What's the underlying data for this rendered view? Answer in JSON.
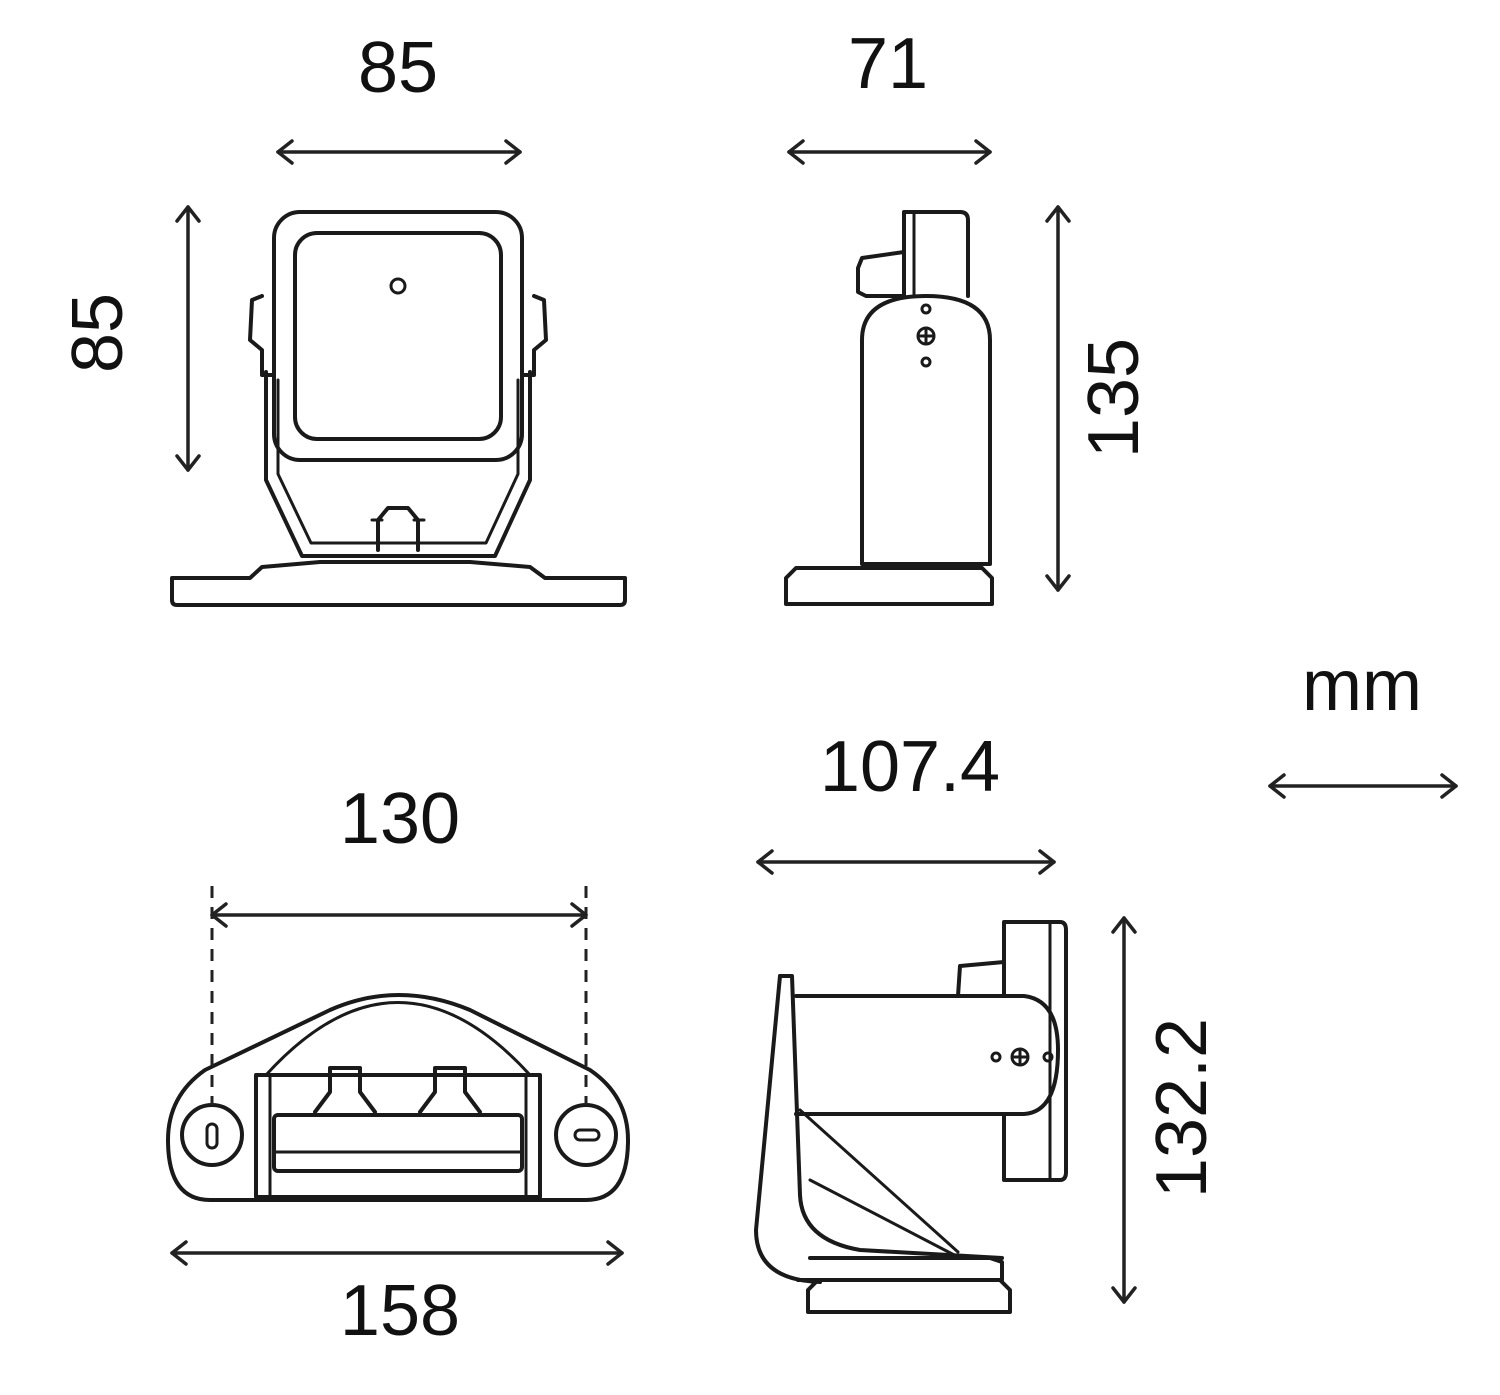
{
  "dimensions": {
    "front_width": "85",
    "front_height": "85",
    "side_width": "71",
    "side_height": "135",
    "base_hole_spacing": "130",
    "base_width": "158",
    "folded_depth": "107.4",
    "folded_height": "132.2"
  },
  "unit": "mm",
  "colors": {
    "line": "#1a1a1a",
    "text": "#111111",
    "background": "#ffffff"
  }
}
